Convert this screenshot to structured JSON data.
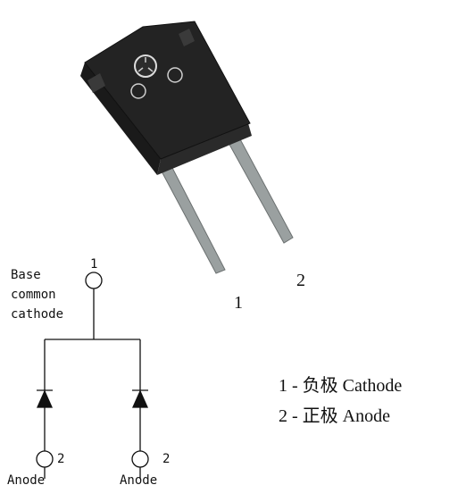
{
  "package": {
    "pin_labels": [
      "1",
      "2"
    ]
  },
  "schematic": {
    "top_pin_number": "1",
    "top_label_lines": [
      "Base",
      "common",
      "cathode"
    ],
    "bottom_pins": [
      {
        "number": "2",
        "label": "Anode"
      },
      {
        "number": "2",
        "label": "Anode"
      }
    ]
  },
  "legend": [
    "1 - 负极 Cathode",
    "2 - 正极 Anode"
  ]
}
